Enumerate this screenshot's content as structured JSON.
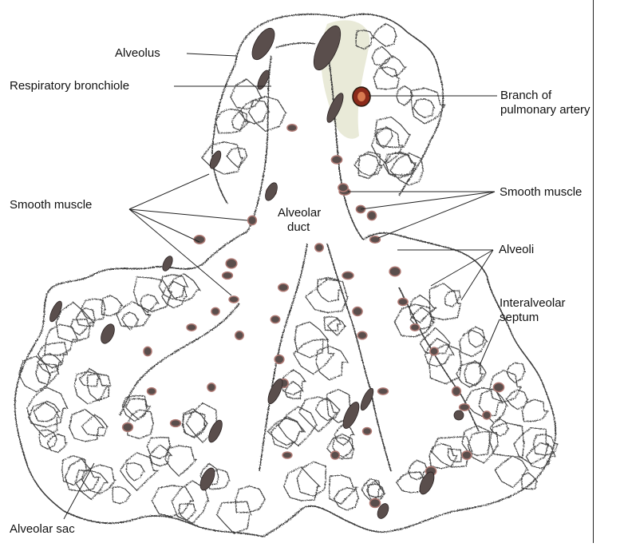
{
  "labels": {
    "alveolus": "Alveolus",
    "respiratory_bronchiole": "Respiratory bronchiole",
    "branch_artery_1": "Branch of",
    "branch_artery_2": "pulmonary artery",
    "smooth_muscle_left": "Smooth muscle",
    "smooth_muscle_right": "Smooth muscle",
    "alveolar_duct_1": "Alveolar",
    "alveolar_duct_2": "duct",
    "alveoli": "Alveoli",
    "interalveolar_septum_1": "Interalveolar",
    "interalveolar_septum_2": "septum",
    "alveolar_sac": "Alveolar sac"
  },
  "colors": {
    "tissue_line": "#3a3a3a",
    "muscle": "#5a4e4c",
    "muscle_tint": "#b07a74",
    "vessel": "#8b2a1a",
    "capillary_fill": "#e9ead8",
    "leader": "#222222"
  }
}
